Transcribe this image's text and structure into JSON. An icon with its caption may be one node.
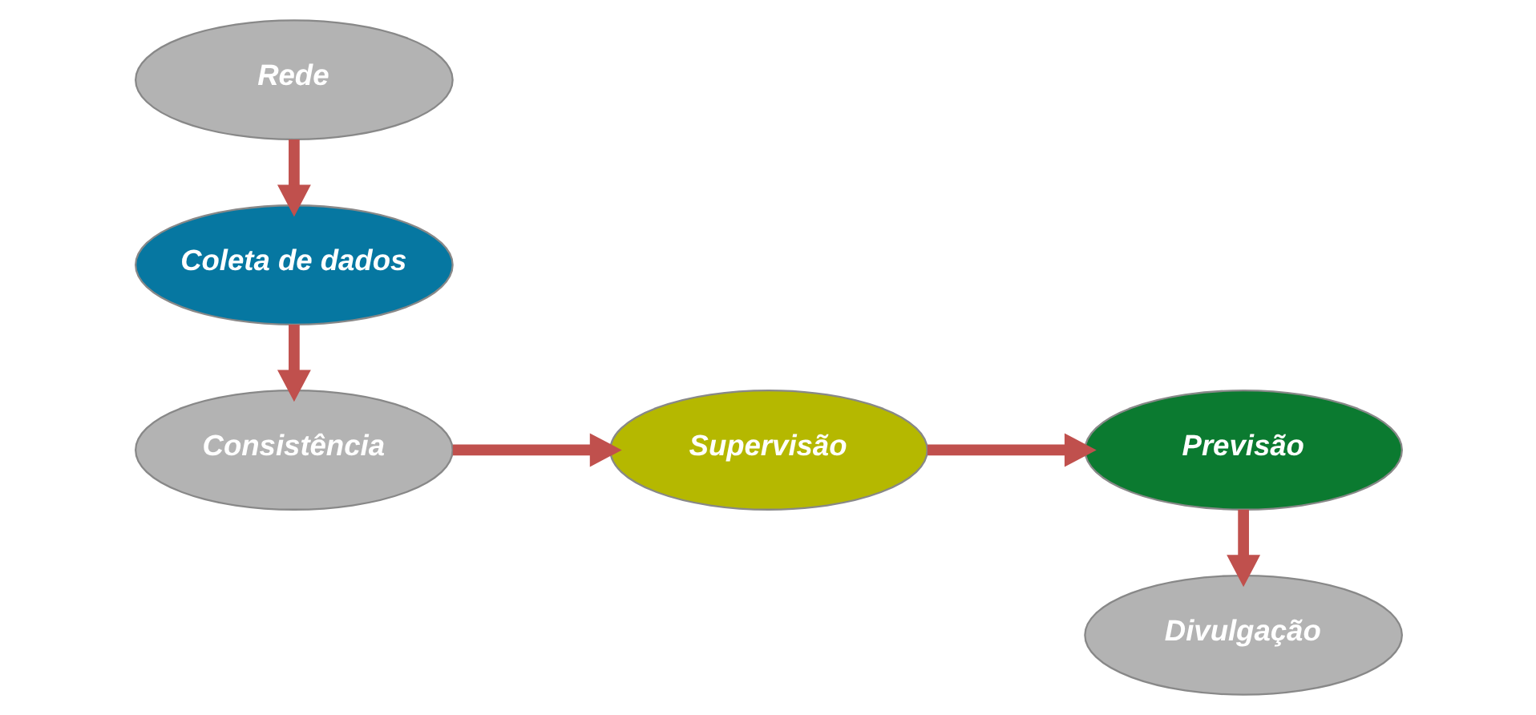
{
  "diagram": {
    "nodes": [
      {
        "text": [
          "Rede"
        ]
      },
      {
        "text": [
          "Coleta de dados"
        ]
      },
      {
        "text": [
          "Consistência"
        ]
      },
      {
        "text": [
          "Supervisão"
        ]
      },
      {
        "text": [
          "Previsão"
        ]
      },
      {
        "text": [
          "Divulgação"
        ]
      }
    ],
    "edges": [
      {
        "from": 0,
        "to": 1,
        "arrow": "to"
      },
      {
        "from": 1,
        "to": 2,
        "arrow": "to"
      },
      {
        "from": 2,
        "to": 3,
        "arrow": "to"
      },
      {
        "from": 3,
        "to": 4,
        "arrow": "to"
      },
      {
        "from": 4,
        "to": 5,
        "arrow": "to"
      }
    ]
  }
}
